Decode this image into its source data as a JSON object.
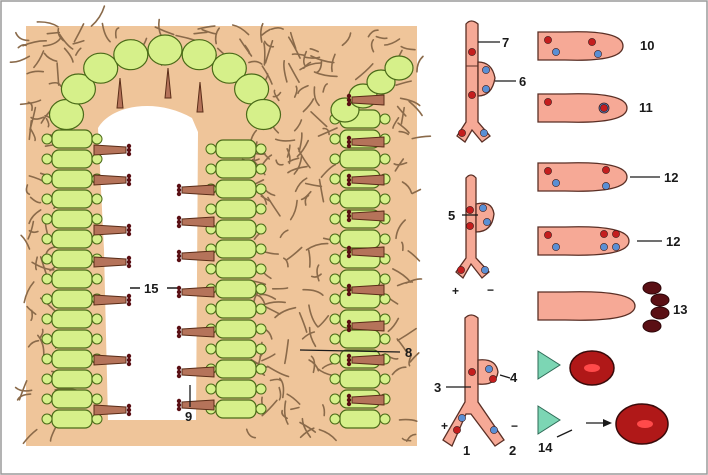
{
  "labels": {
    "l1": "1",
    "l2": "2",
    "l3": "3",
    "l4": "4",
    "l5": "5",
    "l6": "6",
    "l7": "7",
    "l8": "8",
    "l9": "9",
    "l10": "10",
    "l11": "11",
    "l12a": "12",
    "l12b": "12",
    "l13": "13",
    "l14": "14",
    "l15": "15"
  },
  "symbols": {
    "plus_a": "+",
    "minus_a": "−",
    "plus_b": "+",
    "minus_b": "−"
  },
  "colors": {
    "background": "#ffffff",
    "connective_tissue": "#efc59a",
    "fiber": "#8a6a4a",
    "cell_fill": "#d6f08a",
    "cell_stroke": "#4a6a18",
    "ascus_fill": "#b5735a",
    "ascus_stroke": "#5a2d18",
    "hypha_fill": "#f6a996",
    "hypha_stroke": "#5a2f25",
    "nucleus_red": "#c41e1e",
    "nucleus_blue": "#5a8fd4",
    "spore_dark": "#5a0f14",
    "spore_red": "#b01818",
    "spore_core": "#ff4a4a",
    "teal": "#7cd6b4"
  }
}
